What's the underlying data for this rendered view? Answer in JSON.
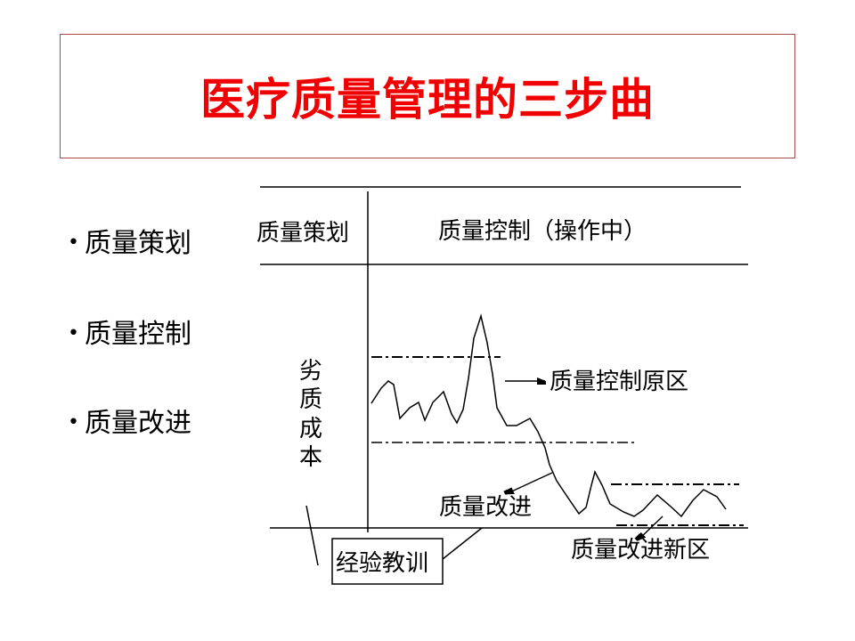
{
  "title": "医疗质量管理的三步曲",
  "bullets": [
    "质量策划",
    "质量控制",
    "质量改进"
  ],
  "diagram": {
    "header_left": "质量策划",
    "header_right": "质量控制（操作中）",
    "y_axis_label": [
      "劣",
      "质",
      "成",
      "本"
    ],
    "label_original_zone": "质量控制原区",
    "label_improvement": "质量改进",
    "label_new_zone": "质量改进新区",
    "label_lessons": "经验教训"
  }
}
